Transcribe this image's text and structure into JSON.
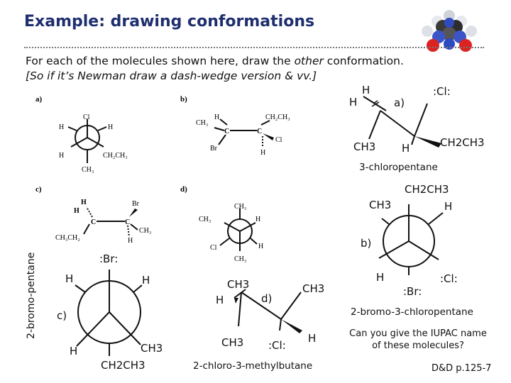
{
  "slide": {
    "title": "Example: drawing conformations",
    "intro_line1_a": "For each of the molecules shown here, draw the ",
    "intro_line1_i": "other",
    "intro_line1_b": " conformation.",
    "intro_line2": "[So if it’s Newman draw a dash-wedge version & vv.]",
    "footer_question": "Can you give the IUPAC name of these molecules?",
    "reference": "D&D p.125-7",
    "side_label": "2-bromo-pentane"
  },
  "printed": {
    "label_a": "a)",
    "label_b": "b)",
    "label_c": "c)",
    "label_d": "d)",
    "a": {
      "top": "Cl",
      "upper_left": "H",
      "upper_right": "H",
      "lower_left": "H",
      "lower_right": "CH₂CH₃",
      "bottom": "CH₃"
    },
    "b": {
      "h_top": "H",
      "ch3": "CH₃",
      "ch2ch3": "CH₂CH₃",
      "cl": "Cl",
      "br": "Br",
      "c1": "C",
      "c2": "C",
      "h_bot": "H"
    },
    "c": {
      "h1": "H",
      "h2": "H",
      "br": "Br",
      "ch3": "CH₃",
      "ch3ch2": "CH₃CH₂",
      "c1": "C",
      "c2": "C",
      "h_bot": "H"
    },
    "d": {
      "ch3_top": "CH₃",
      "ch3_left": "CH₃",
      "h_right": "H",
      "cl": "Cl",
      "h_lower": "H",
      "ch3_bottom": "CH₃"
    }
  },
  "answers": {
    "a": {
      "h1": "H",
      "h2": "H",
      "label": "a)",
      "cl": ":Cl:",
      "ch3": "CH3",
      "h3": "H",
      "ch2ch3": "CH2CH3",
      "name": "3-chloropentane"
    },
    "b": {
      "ch3": "CH3",
      "ch2ch3": "CH2CH3",
      "h_top": "H",
      "label": "b)",
      "h_left": "H",
      "br": ":Br:",
      "cl": ":Cl:",
      "name": "2-bromo-3-chloropentane"
    },
    "c": {
      "br": ":Br:",
      "h_ul": "H",
      "h_ur": "H",
      "label": "c)",
      "h_ll": "H",
      "ch3": "CH3",
      "ch2ch3": "CH2CH3"
    },
    "d": {
      "ch3_top": "CH3",
      "h_left": "H",
      "label": "d)",
      "ch3_right": "CH3",
      "ch3_bottom": "CH3",
      "cl": ":Cl:",
      "h_right": "H",
      "name": "2-chloro-3-methylbutane"
    }
  },
  "colors": {
    "title": "#1e2e6e",
    "ink": "#111111"
  }
}
